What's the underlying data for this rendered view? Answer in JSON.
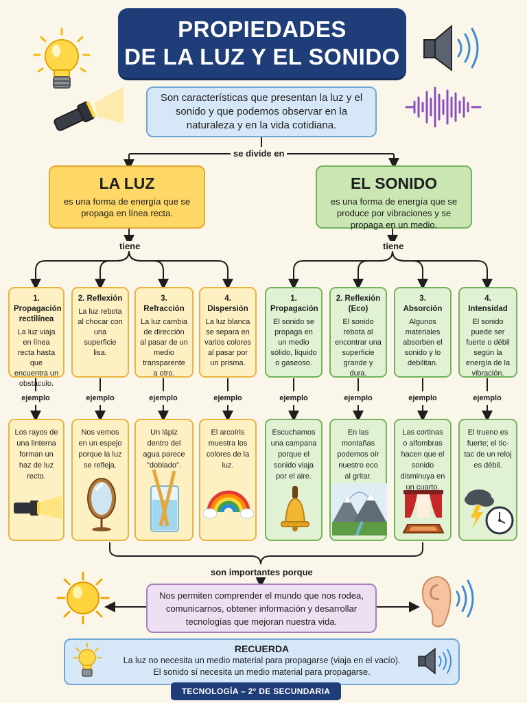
{
  "title": {
    "line1": "PROPIEDADES",
    "line2": "DE LA LUZ Y EL SONIDO"
  },
  "intro": "Son características que presentan la luz y el sonido y que podemos observar en la naturaleza y en la vida cotidiana.",
  "connectors": {
    "divide": "se divide en",
    "tiene_luz": "tiene",
    "tiene_sonido": "tiene",
    "ejemplo": "ejemplo",
    "importantes": "son importantes porque"
  },
  "luz": {
    "title": "LA LUZ",
    "text": "es una forma de energía que se propaga en línea recta.",
    "properties": [
      {
        "title": "1. Propagación rectilínea",
        "text": "La luz viaja en línea recta hasta que encuentra un obstáculo.",
        "example": "Los rayos de una linterna forman un haz de luz recto.",
        "icon": "flashlight-icon"
      },
      {
        "title": "2. Reflexión",
        "text": "La luz rebota al chocar con una superficie lisa.",
        "example": "Nos vemos en un espejo porque la luz se refleja.",
        "icon": "mirror-icon"
      },
      {
        "title": "3. Refracción",
        "text": "La luz cambia de dirección al pasar de un medio transparente a otro.",
        "example": "Un lápiz dentro del agua parece \"doblado\".",
        "icon": "glass-pencil-icon"
      },
      {
        "title": "4. Dispersión",
        "text": "La luz blanca se separa en varios colores al pasar por un prisma.",
        "example": "El arcoíris muestra los colores de la luz.",
        "icon": "rainbow-icon"
      }
    ]
  },
  "sonido": {
    "title": "EL SONIDO",
    "text": "es una forma de energía que se produce por vibraciones y se propaga en un medio.",
    "properties": [
      {
        "title": "1. Propagación",
        "text": "El sonido se propaga en un medio sólido, líquido o gaseoso.",
        "example": "Escuchamos una campana porque el sonido viaja por el aire.",
        "icon": "bell-icon"
      },
      {
        "title": "2. Reflexión (Eco)",
        "text": "El sonido rebota al encontrar una superficie grande y dura.",
        "example": "En las montañas podemos oír nuestro eco al gritar.",
        "icon": "mountains-icon"
      },
      {
        "title": "3. Absorción",
        "text": "Algunos materiales absorben el sonido y lo debilitan.",
        "example": "Las cortinas o alfombras hacen que el sonido disminuya en un cuarto.",
        "icon": "curtains-icon"
      },
      {
        "title": "4. Intensidad",
        "text": "El sonido puede ser fuerte o débil según la energía de la vibración.",
        "example": "El trueno es fuerte; el tic-tac de un reloj es débil.",
        "icon": "storm-clock-icon"
      }
    ]
  },
  "conclusion": "Nos permiten comprender el mundo que nos rodea, comunicarnos, obtener información y desarrollar tecnologías que mejoran nuestra vida.",
  "recuerda": {
    "title": "RECUERDA",
    "line1": "La luz no necesita un medio material para propagarse (viaja en el vacío).",
    "line2": "El sonido sí necesita un medio material para propagarse."
  },
  "footer": "TECNOLOGÍA – 2° DE SECUNDARIA",
  "colors": {
    "title_bg": "#1f3d78",
    "luz": "#fdd867",
    "sonido": "#c9e6b3",
    "intro": "#d6e8f7",
    "conclusion": "#ece0f2"
  }
}
